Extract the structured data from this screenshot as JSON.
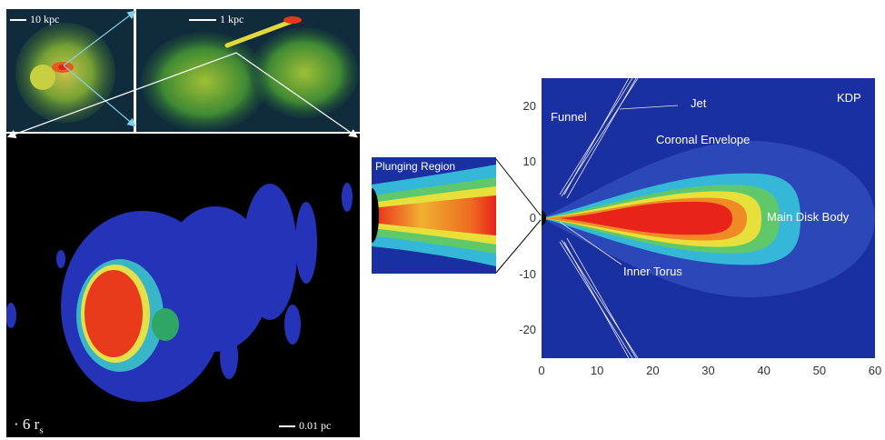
{
  "left_figure": {
    "top_left_scale": "10 kpc",
    "top_right_scale": "1 kpc",
    "bottom_left_label_prefix": "· 6 r",
    "bottom_left_label_sub": "s",
    "bottom_right_scale": "0.01 pc"
  },
  "right_figure": {
    "inset_title": "Plunging Region",
    "corner_label": "KDP",
    "annotations": {
      "funnel": "Funnel",
      "jet": "Jet",
      "coronal": "Coronal Envelope",
      "main_disk": "Main Disk Body",
      "inner_torus": "Inner Torus"
    }
  },
  "chart_data": {
    "type": "heatmap",
    "x_ticks": [
      "0",
      "10",
      "20",
      "30",
      "40",
      "50",
      "60"
    ],
    "y_ticks": [
      "20",
      "10",
      "0",
      "-10",
      "-20"
    ],
    "xlim": [
      0,
      60
    ],
    "ylim": [
      -25,
      25
    ],
    "colors": {
      "background": "#1a2fa0",
      "disk_outer": "#35b8d8",
      "disk_mid": "#e7e03a",
      "disk_core": "#e8231a"
    }
  }
}
